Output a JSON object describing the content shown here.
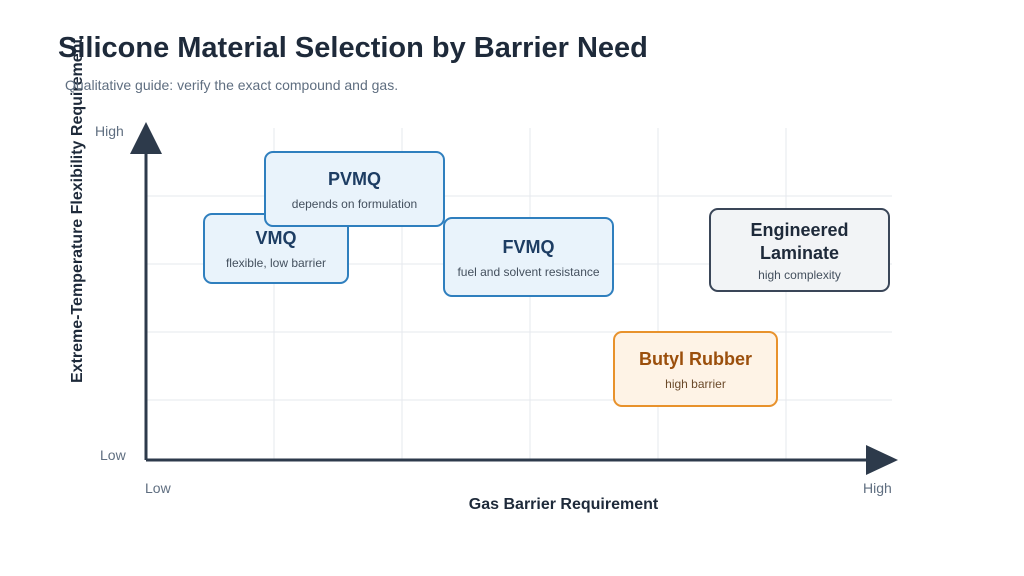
{
  "title": "Silicone Material Selection by Barrier Need",
  "subtitle": "Qualitative guide: verify the exact compound and gas.",
  "axes": {
    "x_label": "Gas Barrier Requirement",
    "y_label": "Extreme-Temperature Flexibility Requirement",
    "x_low": "Low",
    "x_high": "High",
    "y_low": "Low",
    "y_high": "High"
  },
  "colors": {
    "axis": "#2d3a4b",
    "silicone_border": "#2f7fbe",
    "silicone_fill": "#e9f3fb",
    "butyl_border": "#e8922c",
    "butyl_fill": "#fef3e6",
    "laminate_border": "#3a4658",
    "laminate_fill": "#f2f4f6"
  },
  "materials": [
    {
      "name": "VMQ",
      "note": "flexible, low barrier"
    },
    {
      "name": "PVMQ",
      "note": "depends on formulation"
    },
    {
      "name": "FVMQ",
      "note": "fuel and solvent resistance"
    },
    {
      "name": "Engineered Laminate",
      "note": "high complexity"
    },
    {
      "name": "Butyl Rubber",
      "note": "high barrier"
    }
  ]
}
